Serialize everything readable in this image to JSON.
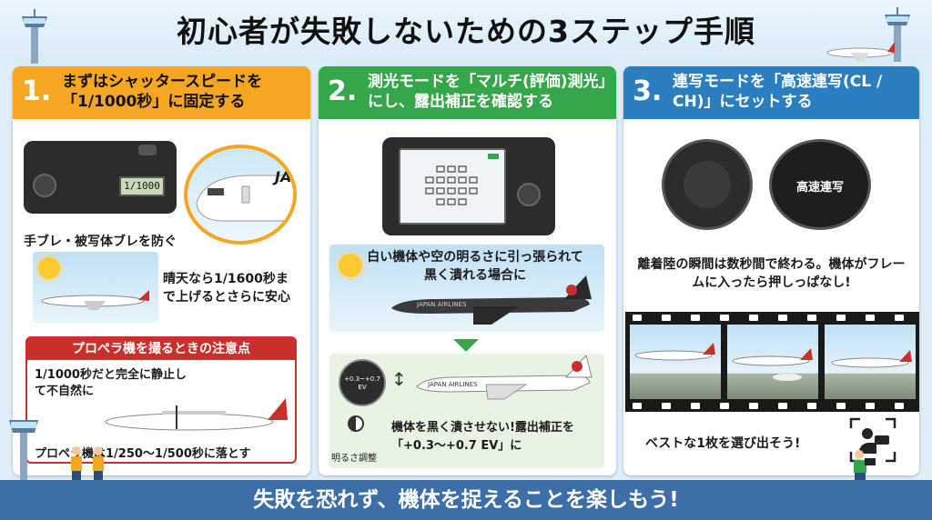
{
  "title": "初心者が失敗しないための3ステップ手順",
  "steps": [
    {
      "number": "1.",
      "title": "まずはシャッタースピードを「1/1000秒」に固定する",
      "lcd_value": "1/1000",
      "caption_blur": "手ブレ・被写体ブレを防ぐ",
      "tip": "晴天なら1/1600秒まで上げるとさらに安心",
      "warning_title": "プロペラ機を撮るときの注意点",
      "warning_text": "1/1000秒だと完全に静止して不自然に",
      "warning_solution": "プロペラ機は1/250〜1/500秒に落とす",
      "plane_label": "JA"
    },
    {
      "number": "2.",
      "title": "測光モードを「マルチ(評価)測光」にし、露出補正を確認する",
      "bubble_text": "白い機体や空の明るさに引っ張られて黒く潰れる場合に",
      "ev_label": "+0.3~+0.7 EV",
      "brightness_label": "明るさ調整",
      "solution": "機体を黒く潰させない!露出補正を「+0.3〜+0.7 EV」に",
      "airline_text": "JAPAN AIRLINES"
    },
    {
      "number": "3.",
      "title": "連写モードを「高速連写(CL / CH)」にセットする",
      "dial_label": "高速連写",
      "caption": "離着陸の瞬間は数秒間で終わる。機体がフレームに入ったら押しっぱなし!",
      "best_shot": "ベストな1枚を選び出そう!"
    }
  ],
  "footer": "失敗を恐れず、機体を捉えることを楽しもう!",
  "colors": {
    "step1": "#f5a623",
    "step2": "#35a64a",
    "step3": "#2b7fc1",
    "warning": "#c9302c",
    "footer": "#3d6ea8"
  }
}
